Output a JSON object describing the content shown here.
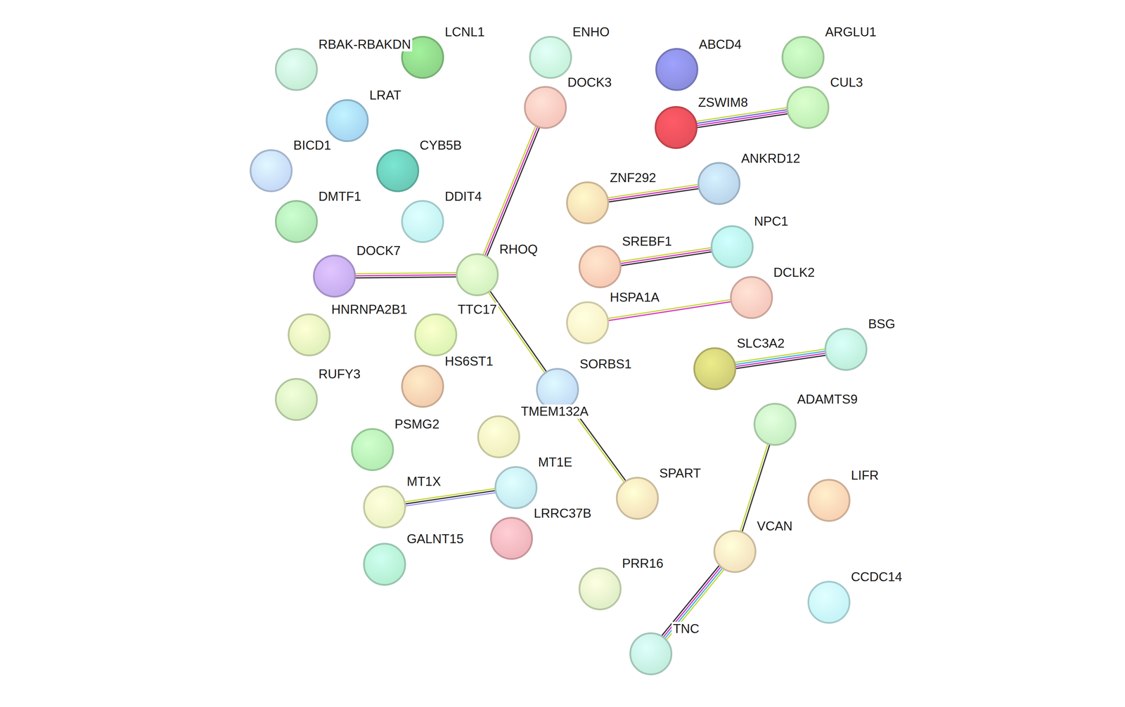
{
  "diagram": {
    "nodes": [
      {
        "text": [
          "RBAK-RBAKDN"
        ]
      },
      {
        "text": [
          "LCNL1"
        ]
      },
      {
        "text": [
          "ENHO"
        ]
      },
      {
        "text": [
          "ABCD4"
        ]
      },
      {
        "text": [
          "ARGLU1"
        ]
      },
      {
        "text": [
          "DOCK3"
        ]
      },
      {
        "text": [
          "LRAT"
        ]
      },
      {
        "text": [
          "ZSWIM8"
        ]
      },
      {
        "text": [
          "CUL3"
        ]
      },
      {
        "text": [
          "BICD1"
        ]
      },
      {
        "text": [
          "CYB5B"
        ]
      },
      {
        "text": [
          "ZNF292"
        ]
      },
      {
        "text": [
          "ANKRD12"
        ]
      },
      {
        "text": [
          "DMTF1"
        ]
      },
      {
        "text": [
          "DDIT4"
        ]
      },
      {
        "text": [
          "NPC1"
        ]
      },
      {
        "text": [
          "SREBF1"
        ]
      },
      {
        "text": [
          "DOCK7"
        ]
      },
      {
        "text": [
          "RHOQ"
        ]
      },
      {
        "text": [
          "HSPA1A"
        ]
      },
      {
        "text": [
          "DCLK2"
        ]
      },
      {
        "text": [
          "HNRNPA2B1"
        ]
      },
      {
        "text": [
          "TTC17"
        ]
      },
      {
        "text": [
          "BSG"
        ]
      },
      {
        "text": [
          "SLC3A2"
        ]
      },
      {
        "text": [
          "HS6ST1"
        ]
      },
      {
        "text": [
          "RUFY3"
        ]
      },
      {
        "text": [
          "SORBS1"
        ]
      },
      {
        "text": [
          "ADAMTS9"
        ]
      },
      {
        "text": [
          "PSMG2"
        ]
      },
      {
        "text": [
          "TMEM132A"
        ]
      },
      {
        "text": [
          "MT1E"
        ]
      },
      {
        "text": [
          "LIFR"
        ]
      },
      {
        "text": [
          "MT1X"
        ]
      },
      {
        "text": [
          "SPART"
        ]
      },
      {
        "text": [
          "LRRC37B"
        ]
      },
      {
        "text": [
          "VCAN"
        ]
      },
      {
        "text": [
          "GALNT15"
        ]
      },
      {
        "text": [
          "PRR16"
        ]
      },
      {
        "text": [
          "CCDC14"
        ]
      },
      {
        "text": [
          "TNC"
        ]
      }
    ],
    "edges": [
      {
        "from": 5,
        "to": 18,
        "arrow": "none"
      },
      {
        "from": 17,
        "to": 18,
        "arrow": "none"
      },
      {
        "from": 18,
        "to": 27,
        "arrow": "none"
      },
      {
        "from": 27,
        "to": 34,
        "arrow": "none"
      },
      {
        "from": 7,
        "to": 8,
        "arrow": "none"
      },
      {
        "from": 11,
        "to": 12,
        "arrow": "none"
      },
      {
        "from": 16,
        "to": 15,
        "arrow": "none"
      },
      {
        "from": 19,
        "to": 20,
        "arrow": "none"
      },
      {
        "from": 24,
        "to": 23,
        "arrow": "none"
      },
      {
        "from": 33,
        "to": 31,
        "arrow": "none"
      },
      {
        "from": 28,
        "to": 36,
        "arrow": "none"
      },
      {
        "from": 36,
        "to": 40,
        "arrow": "none"
      }
    ]
  }
}
